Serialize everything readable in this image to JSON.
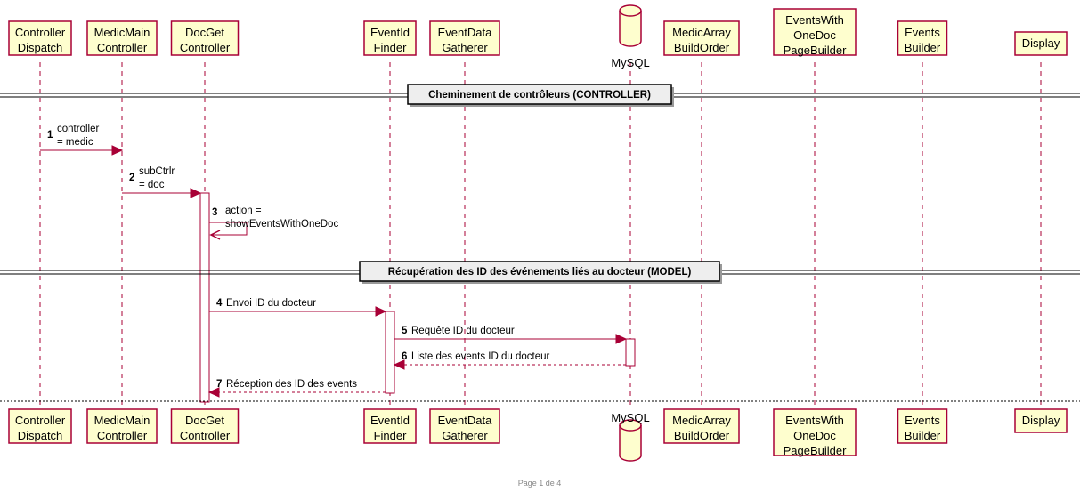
{
  "colors": {
    "participant_fill": "#FEFECE",
    "participant_border": "#A80036",
    "arrow": "#A80036",
    "lifeline": "#A80036",
    "text": "#000000"
  },
  "participants": [
    {
      "id": "controllerDispatch",
      "lines": [
        "Controller",
        "Dispatch"
      ],
      "kind": "box"
    },
    {
      "id": "medicMainController",
      "lines": [
        "MedicMain",
        "Controller"
      ],
      "kind": "box"
    },
    {
      "id": "docGetController",
      "lines": [
        "DocGet",
        "Controller"
      ],
      "kind": "box"
    },
    {
      "id": "eventIdFinder",
      "lines": [
        "EventId",
        "Finder"
      ],
      "kind": "box"
    },
    {
      "id": "eventDataGatherer",
      "lines": [
        "EventData",
        "Gatherer"
      ],
      "kind": "box"
    },
    {
      "id": "mysql",
      "lines": [
        "MySQL"
      ],
      "kind": "database"
    },
    {
      "id": "medicArrayBuildOrder",
      "lines": [
        "MedicArray",
        "BuildOrder"
      ],
      "kind": "box"
    },
    {
      "id": "eventsWithOneDocPageBuilder",
      "lines": [
        "EventsWith",
        "OneDoc",
        "PageBuilder"
      ],
      "kind": "box"
    },
    {
      "id": "eventsBuilder",
      "lines": [
        "Events",
        "Builder"
      ],
      "kind": "box"
    },
    {
      "id": "display",
      "lines": [
        "Display"
      ],
      "kind": "box"
    }
  ],
  "dividers": [
    {
      "label": "Cheminement de contrôleurs (CONTROLLER)"
    },
    {
      "label": "Récupération des ID des événements liés au docteur (MODEL)"
    }
  ],
  "messages": [
    {
      "num": "1",
      "from": "controllerDispatch",
      "to": "medicMainController",
      "lines": [
        "controller",
        " = medic"
      ],
      "style": "solid"
    },
    {
      "num": "2",
      "from": "medicMainController",
      "to": "docGetController",
      "lines": [
        "subCtrlr",
        " = doc"
      ],
      "style": "solid"
    },
    {
      "num": "3",
      "from": "docGetController",
      "to": "docGetController",
      "lines": [
        "action =",
        "showEventsWithOneDoc"
      ],
      "style": "self"
    },
    {
      "num": "4",
      "from": "docGetController",
      "to": "eventIdFinder",
      "lines": [
        "Envoi ID du docteur"
      ],
      "style": "solid"
    },
    {
      "num": "5",
      "from": "eventIdFinder",
      "to": "mysql",
      "lines": [
        "Requête ID du docteur"
      ],
      "style": "solid"
    },
    {
      "num": "6",
      "from": "mysql",
      "to": "eventIdFinder",
      "lines": [
        "Liste des events ID du docteur"
      ],
      "style": "dashed"
    },
    {
      "num": "7",
      "from": "eventIdFinder",
      "to": "docGetController",
      "lines": [
        "Réception des ID des events"
      ],
      "style": "dashed"
    }
  ],
  "footer": "Page 1 de 4"
}
